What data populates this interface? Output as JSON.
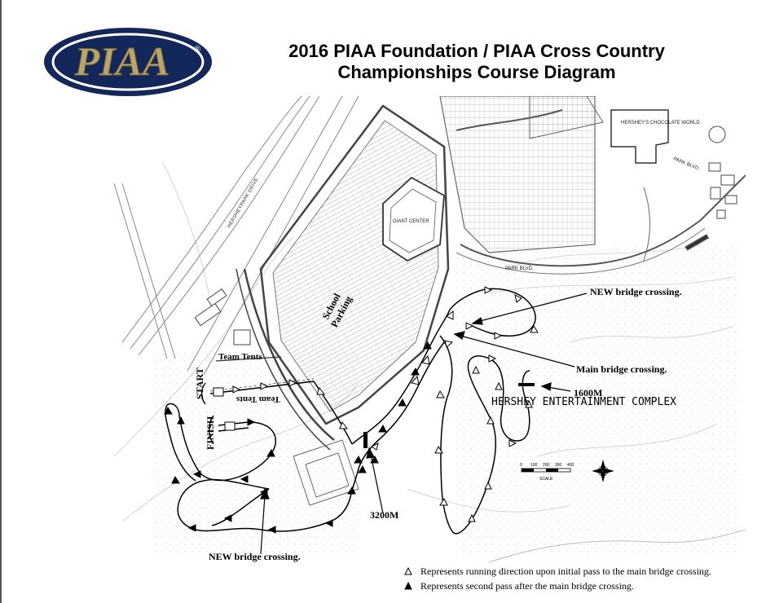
{
  "logo": {
    "text": "PIAA",
    "reg": "®",
    "colors": {
      "navy": "#14275a",
      "gold": "#b8a46c",
      "white": "#ffffff"
    }
  },
  "title": {
    "line1": "2016 PIAA Foundation / PIAA Cross Country",
    "line2": "Championships Course Diagram"
  },
  "map_labels": {
    "school_parking": "School Parking",
    "team_tents_1": "Team Tents",
    "team_tents_2": "Team Tents",
    "start": "START",
    "finish": "FINISH",
    "new_bridge_top": "NEW bridge crossing.",
    "main_bridge": "Main bridge crossing.",
    "marker_1600": "1600M",
    "hershey_complex": "HERSHEY ENTERTAINMENT COMPLEX",
    "marker_3200": "3200M",
    "new_bridge_bottom": "NEW bridge crossing.",
    "giant_center": "GIANT CENTER",
    "hersheys_chocolate_world": "HERSHEY'S CHOCOLATE WORLD",
    "park_blvd_1": "PARK BLVD.",
    "park_blvd_2": "PARK BLVD.",
    "hersheypark_drive": "HERSHEYPARK DRIVE",
    "scale_label": "SCALE",
    "scale_ticks": [
      "0",
      "100",
      "200",
      "300",
      "400"
    ]
  },
  "legend": {
    "open_triangle": "Represents running direction upon initial pass to the main bridge crossing.",
    "filled_triangle": "Represents second pass after the main bridge crossing."
  }
}
